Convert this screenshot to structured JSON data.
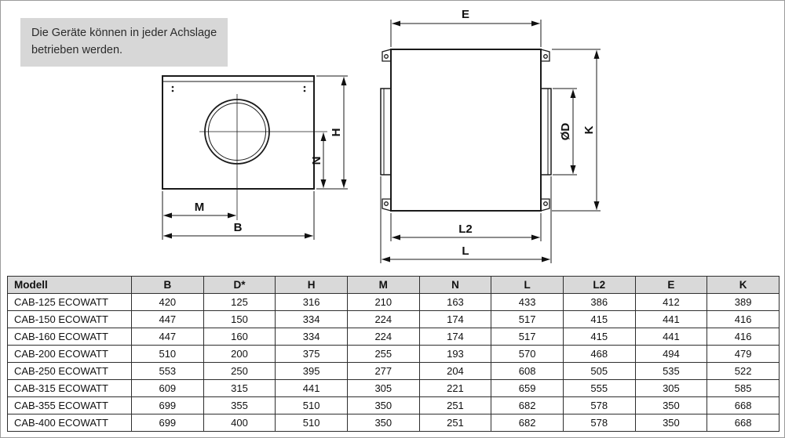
{
  "note": {
    "line1": "Die Geräte können in jeder Achslage",
    "line2": "betrieben werden."
  },
  "drawing": {
    "front_view": {
      "dim_h": "H",
      "dim_n": "N",
      "dim_m": "M",
      "dim_b": "B"
    },
    "side_view": {
      "dim_e": "E",
      "dim_d": "ØD",
      "dim_k": "K",
      "dim_l2": "L2",
      "dim_l": "L"
    }
  },
  "table": {
    "columns": [
      "Modell",
      "B",
      "D*",
      "H",
      "M",
      "N",
      "L",
      "L2",
      "E",
      "K"
    ],
    "rows": [
      [
        "CAB-125 ECOWATT",
        "420",
        "125",
        "316",
        "210",
        "163",
        "433",
        "386",
        "412",
        "389"
      ],
      [
        "CAB-150 ECOWATT",
        "447",
        "150",
        "334",
        "224",
        "174",
        "517",
        "415",
        "441",
        "416"
      ],
      [
        "CAB-160 ECOWATT",
        "447",
        "160",
        "334",
        "224",
        "174",
        "517",
        "415",
        "441",
        "416"
      ],
      [
        "CAB-200 ECOWATT",
        "510",
        "200",
        "375",
        "255",
        "193",
        "570",
        "468",
        "494",
        "479"
      ],
      [
        "CAB-250 ECOWATT",
        "553",
        "250",
        "395",
        "277",
        "204",
        "608",
        "505",
        "535",
        "522"
      ],
      [
        "CAB-315 ECOWATT",
        "609",
        "315",
        "441",
        "305",
        "221",
        "659",
        "555",
        "305",
        "585"
      ],
      [
        "CAB-355 ECOWATT",
        "699",
        "355",
        "510",
        "350",
        "251",
        "682",
        "578",
        "350",
        "668"
      ],
      [
        "CAB-400 ECOWATT",
        "699",
        "400",
        "510",
        "350",
        "251",
        "682",
        "578",
        "350",
        "668"
      ]
    ]
  }
}
